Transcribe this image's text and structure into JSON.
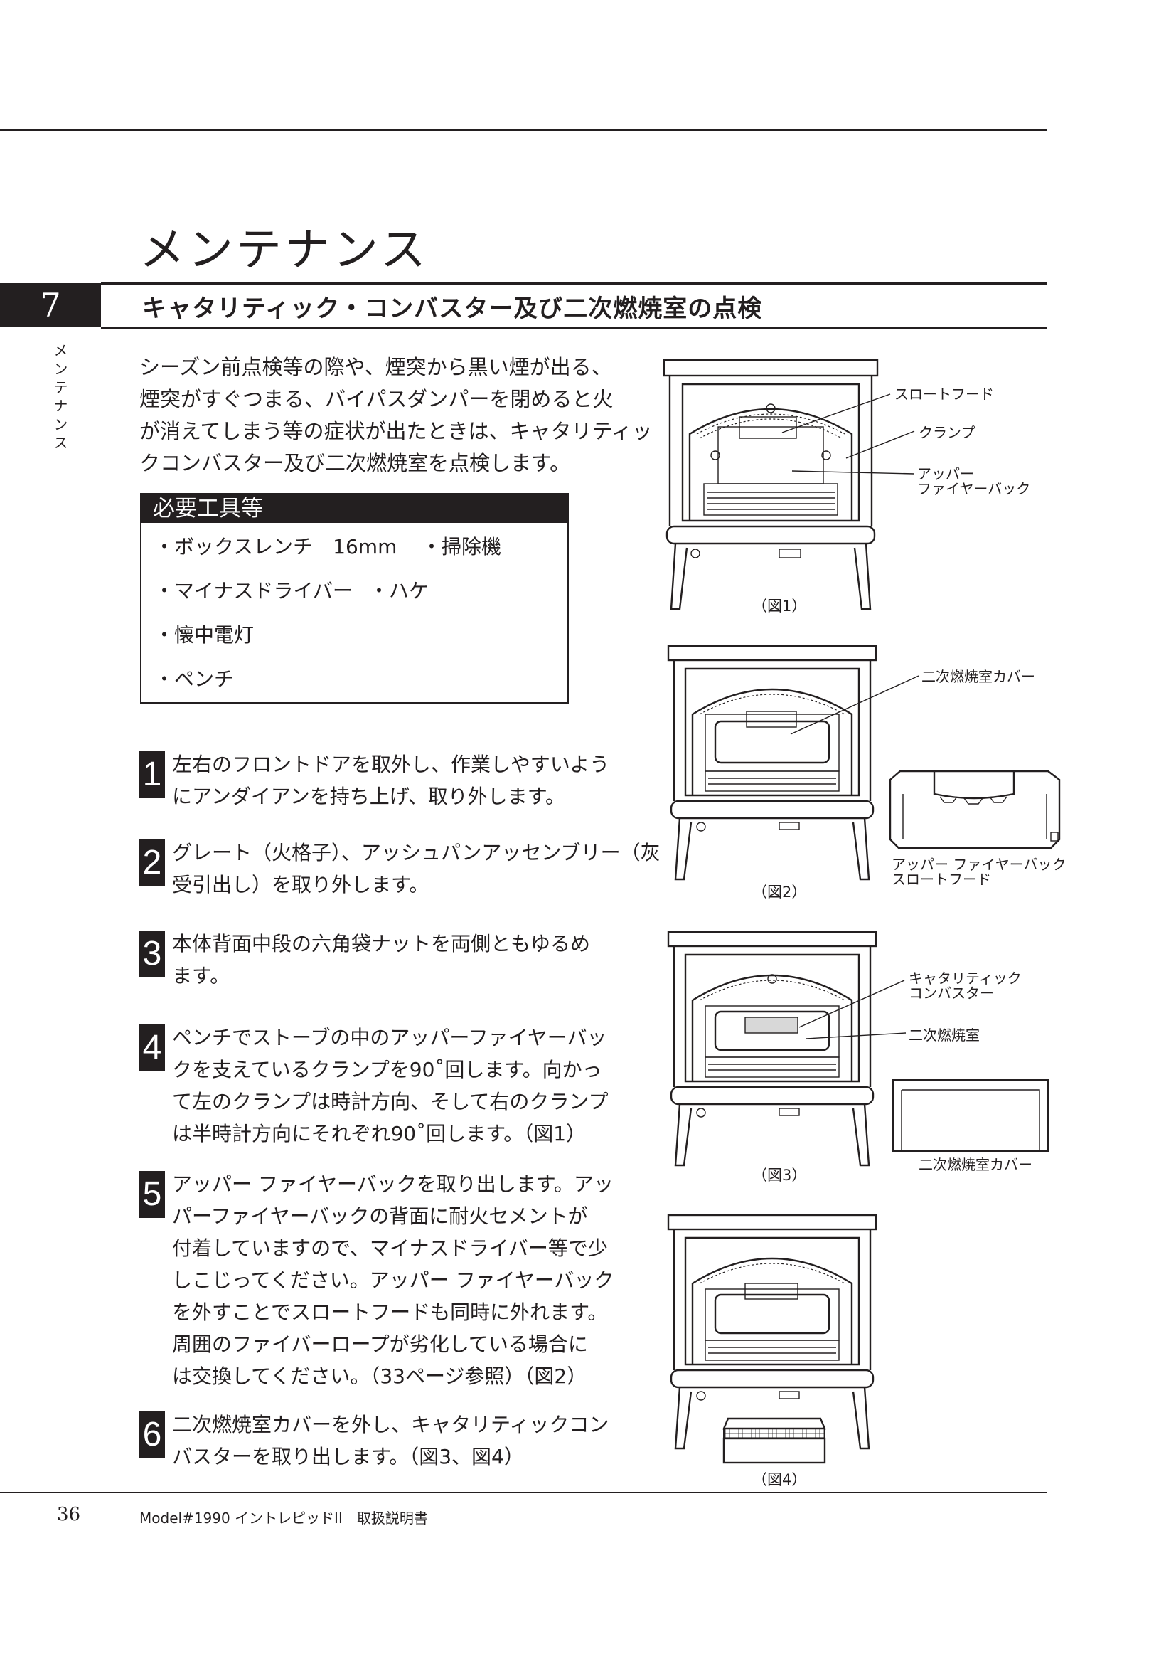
{
  "page": {
    "title": "メンテナンス",
    "section_number": "7",
    "section_title": "キャタリティック・コンバスター及び二次燃焼室の点検",
    "side_label": "メンテナンス",
    "intro": [
      "シーズン前点検等の際や、煙突から黒い煙が出る、",
      "煙突がすぐつまる、バイパスダンパーを閉めると火",
      "が消えてしまう等の症状が出たときは、キャタリティッ",
      "クコンバスター及び二次燃焼室を点検します。"
    ],
    "tools": {
      "heading": "必要工具等",
      "row1_a": "・ボックスレンチ　16mm",
      "row1_b": "・掃除機",
      "row2_a": "・マイナスドライバー",
      "row2_b": "・ハケ",
      "row3": "・懐中電灯",
      "row4": "・ペンチ"
    },
    "steps": [
      {
        "num": "1",
        "lines": [
          "左右のフロントドアを取外し、作業しやすいよう",
          "にアンダイアンを持ち上げ、取り外します。"
        ]
      },
      {
        "num": "2",
        "lines": [
          "グレート（火格子）、アッシュパンアッセンブリー（灰",
          "受引出し）を取り外します。"
        ]
      },
      {
        "num": "3",
        "lines": [
          "本体背面中段の六角袋ナットを両側ともゆるめ",
          "ます。"
        ]
      },
      {
        "num": "4",
        "lines": [
          "ペンチでストーブの中のアッパーファイヤーバッ",
          "クを支えているクランプを90˚回します。向かっ",
          "て左のクランプは時計方向、そして右のクランプ",
          "は半時計方向にそれぞれ90˚回します。（図1）"
        ]
      },
      {
        "num": "5",
        "lines": [
          "アッパー ファイヤーバックを取り出します。アッ",
          "パーファイヤーバックの背面に耐火セメントが",
          "付着していますので、マイナスドライバー等で少",
          "しこじってください。アッパー ファイヤーバック",
          "を外すことでスロートフードも同時に外れます。",
          "周囲のファイバーロープが劣化している場合に",
          "は交換してください。（33ページ参照）（図2）"
        ]
      },
      {
        "num": "6",
        "lines": [
          "二次燃焼室カバーを外し、キャタリティックコン",
          "バスターを取り出します。（図3、図4）"
        ]
      }
    ],
    "figures": {
      "fig1": {
        "caption": "（図1）",
        "label_throat_hood": "スロートフード",
        "label_clamp": "クランプ",
        "label_upper_1": "アッパー",
        "label_upper_2": "ファイヤーバック"
      },
      "fig2": {
        "caption": "（図2）",
        "label_cover": "二次燃焼室カバー",
        "label_part_1": "アッパー ファイヤーバック",
        "label_part_2": "スロートフード"
      },
      "fig3": {
        "caption": "（図3）",
        "label_cat_1": "キャタリティック",
        "label_cat_2": "コンバスター",
        "label_chamber": "二次燃焼室",
        "label_cover": "二次燃焼室カバー"
      },
      "fig4": {
        "caption": "（図4）"
      }
    },
    "page_number": "36",
    "footer": "Model#1990 イントレピッドII　取扱説明書"
  }
}
